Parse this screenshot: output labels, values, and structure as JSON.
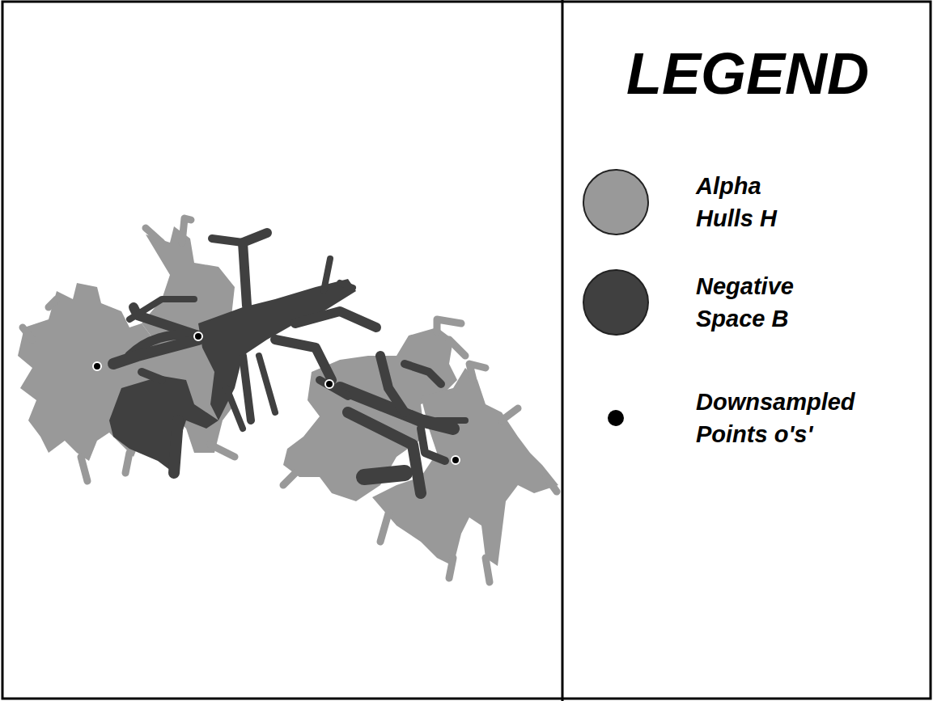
{
  "diagram": {
    "labels": [
      "LEGEND"
    ],
    "legend": [
      {
        "text": "Alpha Hulls H",
        "color": "#999999"
      },
      {
        "text": "Negative Space B",
        "color": "#404040"
      },
      {
        "text": "Downsampled Points o's'",
        "color": "#000000"
      }
    ]
  }
}
